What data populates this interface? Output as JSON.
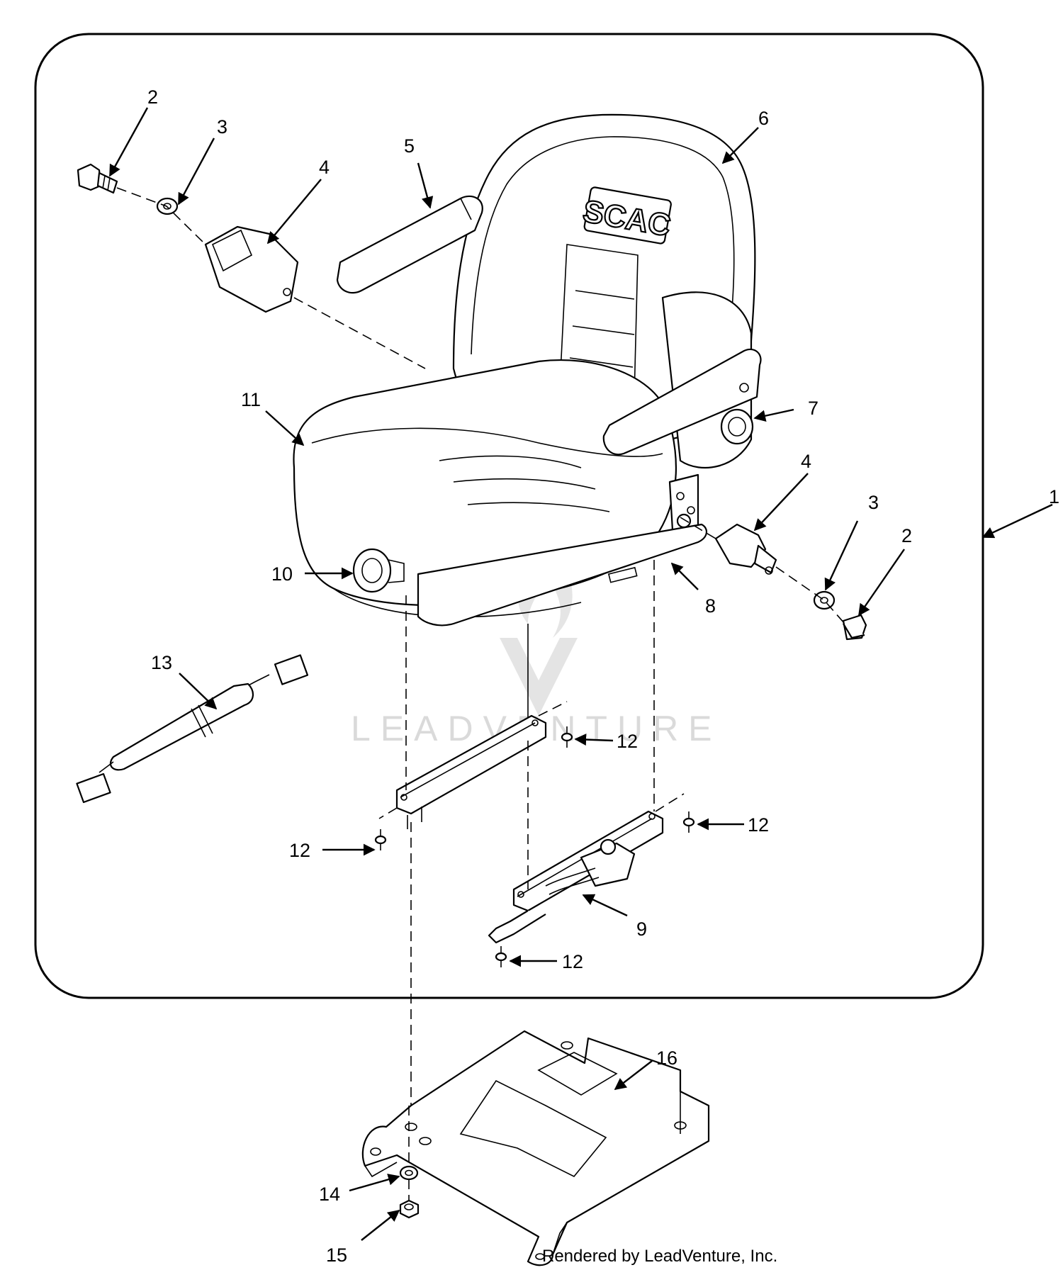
{
  "brand_logo_text": "SCAC",
  "watermark_text": "LEADVENTURE",
  "footer_text": "Rendered by LeadVenture, Inc.",
  "callouts": [
    {
      "id": "c1",
      "label": "1"
    },
    {
      "id": "c2a",
      "label": "2"
    },
    {
      "id": "c3a",
      "label": "3"
    },
    {
      "id": "c4a",
      "label": "4"
    },
    {
      "id": "c5",
      "label": "5"
    },
    {
      "id": "c6",
      "label": "6"
    },
    {
      "id": "c7",
      "label": "7"
    },
    {
      "id": "c4b",
      "label": "4"
    },
    {
      "id": "c3b",
      "label": "3"
    },
    {
      "id": "c2b",
      "label": "2"
    },
    {
      "id": "c11",
      "label": "11"
    },
    {
      "id": "c10",
      "label": "10"
    },
    {
      "id": "c8",
      "label": "8"
    },
    {
      "id": "c13",
      "label": "13"
    },
    {
      "id": "c12a",
      "label": "12"
    },
    {
      "id": "c12b",
      "label": "12"
    },
    {
      "id": "c12c",
      "label": "12"
    },
    {
      "id": "c9",
      "label": "9"
    },
    {
      "id": "c12d",
      "label": "12"
    },
    {
      "id": "c16",
      "label": "16"
    },
    {
      "id": "c14",
      "label": "14"
    },
    {
      "id": "c15",
      "label": "15"
    }
  ]
}
